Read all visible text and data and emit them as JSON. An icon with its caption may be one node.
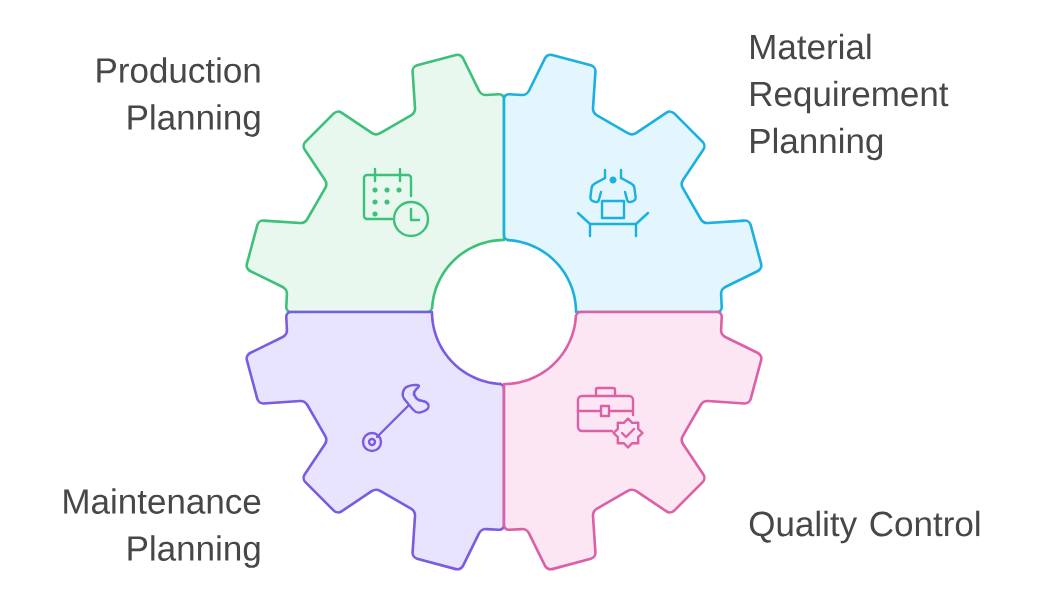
{
  "diagram": {
    "nodes": [
      {
        "text": [
          "Production Planning"
        ]
      },
      {
        "text": [
          "Material Requirement Planning"
        ]
      },
      {
        "text": [
          "Maintenance Planning"
        ]
      },
      {
        "text": [
          "Quality Control"
        ]
      }
    ]
  }
}
